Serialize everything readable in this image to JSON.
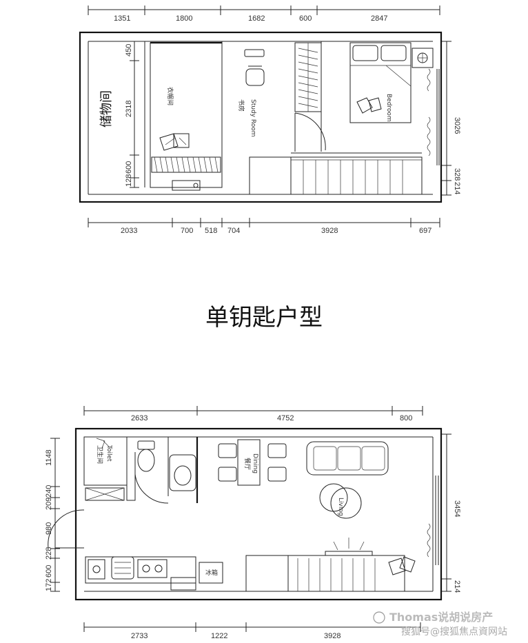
{
  "title": "单钥匙户型",
  "upper_plan": {
    "top_dims": [
      "1351",
      "1800",
      "1682",
      "600",
      "2847"
    ],
    "bottom_dims": [
      "2033",
      "700",
      "518",
      "704",
      "3928",
      "697"
    ],
    "left_dims": [
      "450",
      "2318",
      "600",
      "128"
    ],
    "right_dims": [
      "3026",
      "328",
      "214"
    ],
    "rooms": {
      "storage": "储物间",
      "cloakroom": "衣帽间",
      "study_cn": "书房",
      "study_en": "Study Room",
      "bedroom_en": "Bedroom"
    }
  },
  "lower_plan": {
    "top_dims": [
      "2633",
      "4752",
      "800"
    ],
    "bottom_dims": [
      "2733",
      "1222",
      "3928"
    ],
    "left_dims": [
      "1148",
      "240",
      "209",
      "980",
      "228",
      "600",
      "172"
    ],
    "right_dims": [
      "3454",
      "214"
    ],
    "rooms": {
      "toilet_cn": "卫生间",
      "toilet_en": "Toilet",
      "dining_cn": "餐厅",
      "dining_en": "Dining",
      "living_en": "Living",
      "fridge": "冰箱"
    }
  },
  "watermark": {
    "account": "Thomas说胡说房产",
    "source": "搜狐号@搜狐焦点資网站"
  }
}
